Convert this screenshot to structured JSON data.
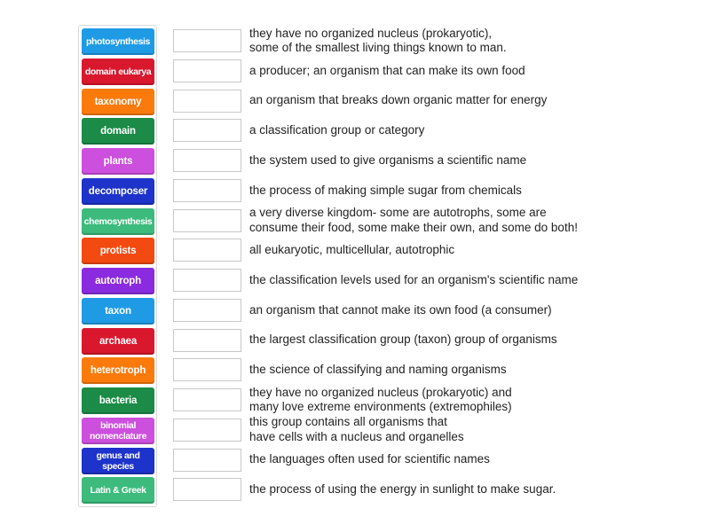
{
  "tiles": [
    {
      "label": "photosynthesis",
      "color": "#1f9be6"
    },
    {
      "label": "domain eukarya",
      "color": "#d9172d"
    },
    {
      "label": "taxonomy",
      "color": "#fb7a0c"
    },
    {
      "label": "domain",
      "color": "#1b8b47"
    },
    {
      "label": "plants",
      "color": "#cc4fdd"
    },
    {
      "label": "decomposer",
      "color": "#1d33c9"
    },
    {
      "label": "chemosynthesis",
      "color": "#3cbb7d"
    },
    {
      "label": "protists",
      "color": "#f24a10"
    },
    {
      "label": "autotroph",
      "color": "#8a2bdf"
    },
    {
      "label": "taxon",
      "color": "#1f9be6"
    },
    {
      "label": "archaea",
      "color": "#d9172d"
    },
    {
      "label": "heterotroph",
      "color": "#fb7a0c"
    },
    {
      "label": "bacteria",
      "color": "#1b8b47"
    },
    {
      "label": "binomial nomenclature",
      "color": "#cc4fdd"
    },
    {
      "label": "genus and species",
      "color": "#1d33c9"
    },
    {
      "label": "Latin & Greek",
      "color": "#3cbb7d"
    }
  ],
  "definitions": [
    "they have no organized nucleus (prokaryotic),\nsome of the smallest living things known to man.",
    "a producer; an organism that can make its own food",
    "an organism that breaks down organic matter for energy",
    "a classification group or category",
    "the system used to give organisms a scientific name",
    "the process of making simple sugar from chemicals",
    "a very diverse kingdom- some are autotrophs, some are\nconsume their food, some make their own, and some do both!",
    "all eukaryotic, multicellular, autotrophic",
    "the classification levels used for an organism's scientific name",
    "an organism that cannot make its own food (a consumer)",
    "the largest classification group (taxon) group of organisms",
    "the science of classifying and naming organisms",
    "they have no organized nucleus (prokaryotic) and\nmany love extreme environments (extremophiles)",
    "this group contains all organisms that\nhave cells with a nucleus and organelles",
    "the languages often used for scientific names",
    "the process of using the energy in sunlight to make sugar."
  ],
  "dropzones": [
    "",
    "",
    "",
    "",
    "",
    "",
    "",
    "",
    "",
    "",
    "",
    "",
    "",
    "",
    "",
    ""
  ]
}
